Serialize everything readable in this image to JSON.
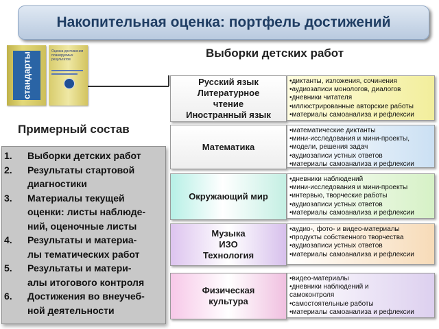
{
  "title": "Накопительная оценка: портфель достижений",
  "book": {
    "spine_text": "стандарты",
    "inner_title": "Оценка достижения планируемых результатов"
  },
  "works_heading": "Выборки детских работ",
  "composition_heading": "Примерный состав",
  "composition_list": [
    {
      "num": "1.",
      "lines": [
        "Выборки детских работ"
      ]
    },
    {
      "num": "2.",
      "lines": [
        "Результаты стартовой",
        "диагностики"
      ]
    },
    {
      "num": "3.",
      "lines": [
        "Материалы текущей",
        "оценки: листы наблюде-",
        "ний, оценочные листы"
      ]
    },
    {
      "num": "4.",
      "lines": [
        "Результаты и материа-",
        "лы тематических работ"
      ]
    },
    {
      "num": "5.",
      "lines": [
        "Результаты и матери-",
        "алы итогового контроля"
      ]
    },
    {
      "num": "6.",
      "lines": [
        "Достижения во внеучеб-",
        "ной деятельности"
      ]
    }
  ],
  "subjects": [
    {
      "name": "Русский язык\nЛитературное\nчтение\nИностранный язык",
      "items": [
        "•диктанты, изложения, сочинения",
        "•аудиозаписи монологов, диалогов",
        "•дневники читателя",
        "•иллюстрированные авторские работы",
        "•материалы самоанализа и рефлексии"
      ]
    },
    {
      "name": "Математика",
      "items": [
        "•математические диктанты",
        "•мини-исследования и мини-проекты,",
        "•модели, решения задач",
        "•аудиозаписи устных ответов",
        "•материалы самоанализа и рефлексии"
      ]
    },
    {
      "name": "Окружающий мир",
      "items": [
        "•дневники наблюдений",
        "•мини-исследования и мини-проекты",
        "•интервью, творческие работы",
        "•аудиозаписи устных ответов",
        "•материалы самоанализа и рефлексии"
      ]
    },
    {
      "name": "Музыка\nИЗО\nТехнология",
      "items": [
        "•аудио-, фото- и видео-материалы",
        "•продукты собственного творчества",
        "•аудиозаписи устных ответов",
        "•материалы самоанализа и рефлексии"
      ]
    },
    {
      "name": "Физическая\nкультура",
      "items": [
        "•видео-материалы",
        "•дневники наблюдений и",
        "  самоконтроля",
        "•самостоятельные работы",
        "•материалы самоанализа и рефлексии"
      ]
    }
  ]
}
